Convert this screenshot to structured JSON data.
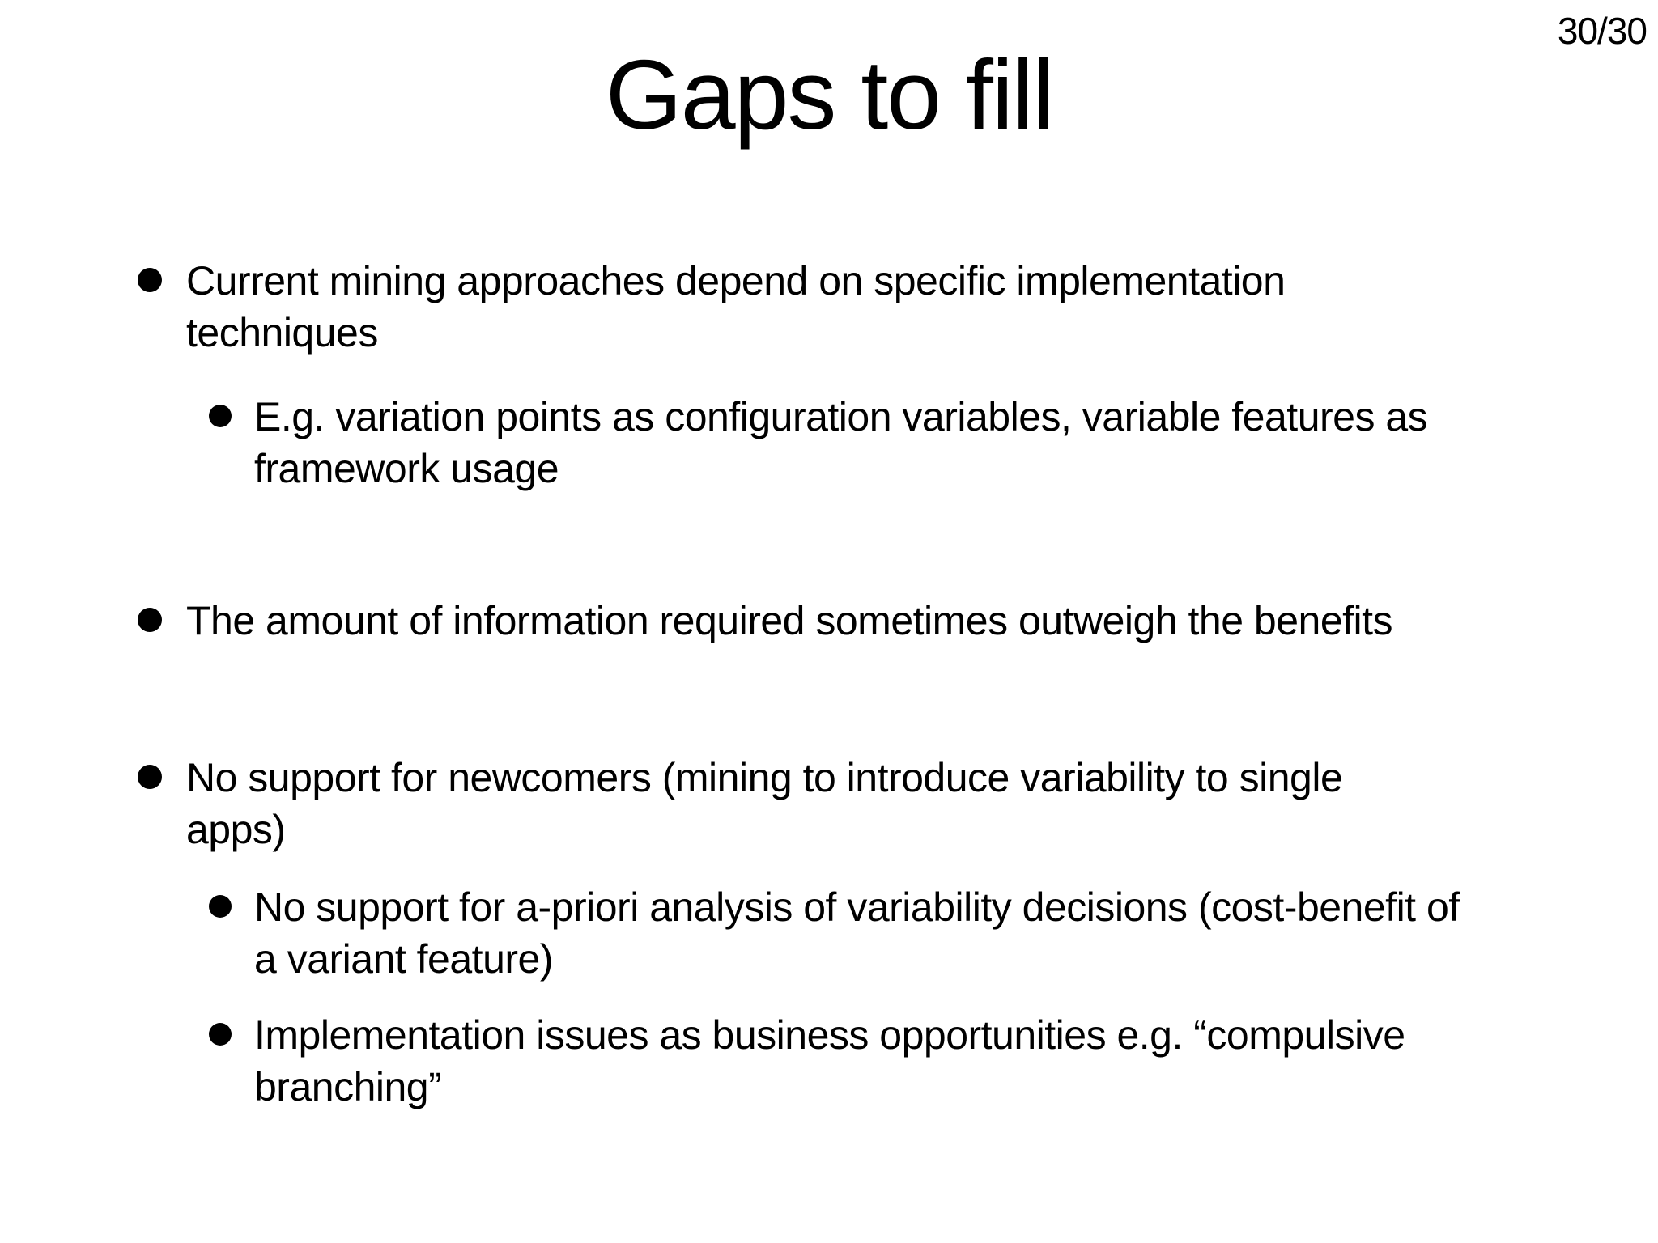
{
  "page": {
    "number_label": "30/30"
  },
  "title": "Gaps to fill",
  "bullets": [
    {
      "level": 1,
      "text": "Current mining approaches depend on specific implementation\ntechniques"
    },
    {
      "level": 2,
      "text": "E.g. variation points as configuration variables, variable features as\nframework usage"
    },
    {
      "level": 1,
      "text": "The amount of information required sometimes outweigh the benefits"
    },
    {
      "level": 1,
      "text": "No support for newcomers (mining to introduce variability to single\napps)"
    },
    {
      "level": 2,
      "text": "No support for a-priori analysis of variability decisions (cost-benefit of\na variant feature)"
    },
    {
      "level": 2,
      "text": "Implementation issues as business opportunities e.g. “compulsive\nbranching”"
    }
  ],
  "colors": {
    "background": "#ffffff",
    "text": "#000000"
  }
}
